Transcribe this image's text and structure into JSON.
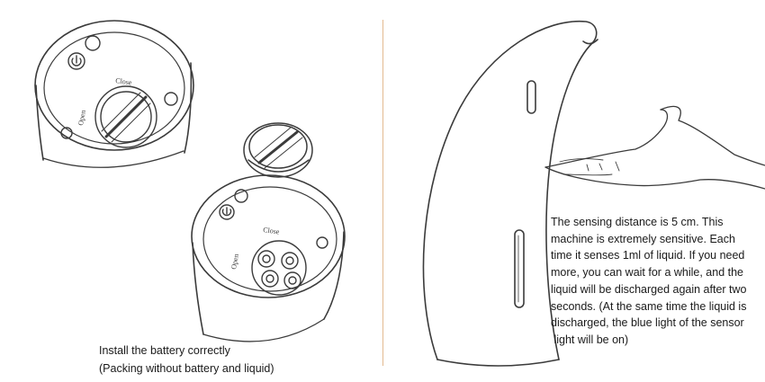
{
  "battery_instructions": {
    "line1": "Install the battery correctly",
    "line2": "(Packing without battery and liquid)"
  },
  "sensor_description": {
    "lines": [
      "The sensing distance is 5 cm. This",
      "machine is extremely sensitive. Each",
      "time it senses 1ml of liquid. If you need",
      "more, you can wait for a while, and the",
      "liquid will be discharged again after two",
      "seconds. (At the same time the liquid is",
      "discharged, the blue light of the sensor",
      " light will be on)"
    ]
  },
  "compartment_labels": {
    "top_close": "Close",
    "top_open": "Open",
    "bottom_close": "Close",
    "bottom_open": "Open"
  },
  "colors": {
    "divider": "#e3b98f",
    "line_art": "#3b3b3b"
  }
}
